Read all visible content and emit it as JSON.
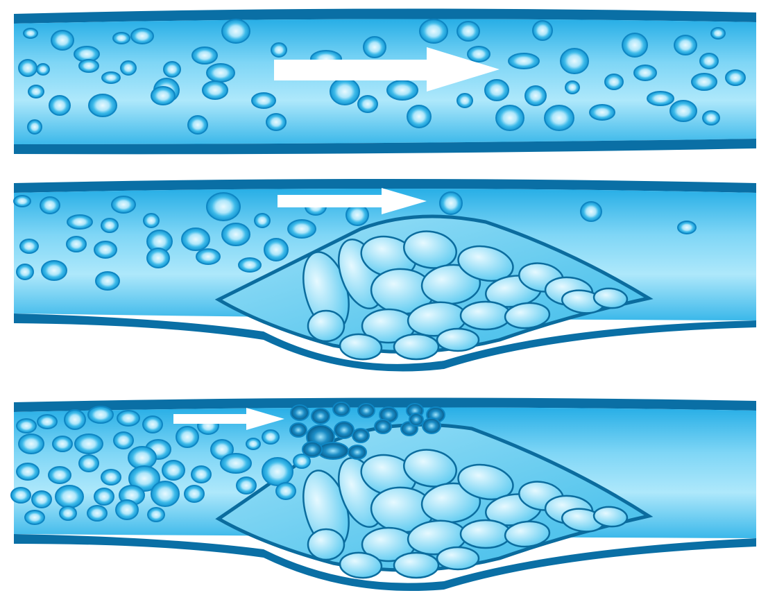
{
  "figure": {
    "panels": [
      {
        "id": "healthy-vessel",
        "plaque": false,
        "clot": false,
        "flow_arrow": "long"
      },
      {
        "id": "vessel-with-plaque",
        "plaque": true,
        "clot": false,
        "flow_arrow": "medium"
      },
      {
        "id": "vessel-with-plaque-and-clot",
        "plaque": true,
        "clot": true,
        "flow_arrow": "short"
      }
    ],
    "colors": {
      "background": "#ffffff",
      "vessel_wall": "#0a6fa5",
      "lumen": "#4cc3ee",
      "lumen_light": "#a6e4fa",
      "cell_outer": "#1aa3dc",
      "cell_inner": "#d6f4ff",
      "plaque_fill": "#6cd0f2",
      "plaque_cell_light": "#c8efff",
      "plaque_line": "#0b6c9e",
      "clot_cell": "#0b6c9e",
      "arrow": "#ffffff"
    }
  }
}
